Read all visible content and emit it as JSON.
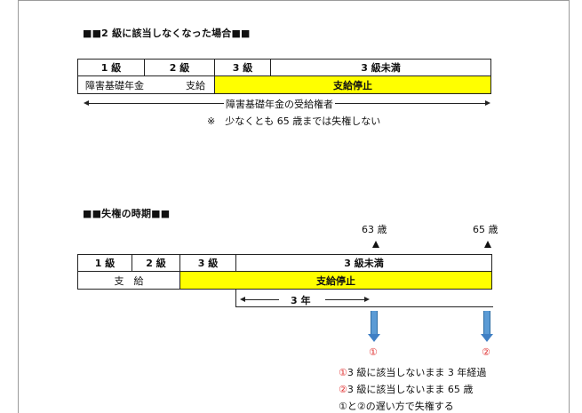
{
  "section1": {
    "heading": "■■2 級に該当しなくなった場合■■",
    "row1": [
      "1 級",
      "2 級",
      "3 級",
      "3 級未満"
    ],
    "row2": {
      "left": "障害基礎年金",
      "middle": "支給",
      "right": "支給停止"
    },
    "span_label": "障害基礎年金の受給権者",
    "note": "※　少なくとも 65 歳までは失権しない"
  },
  "section2": {
    "heading": "■■失権の時期■■",
    "age63": "63 歳",
    "age65": "65 歳",
    "row1": [
      "1 級",
      "2 級",
      "3 級",
      "3 級未満"
    ],
    "row2": {
      "left": "支　給",
      "right": "支給停止"
    },
    "years_label": "3 年",
    "marker1": "①",
    "marker2": "②",
    "notes": {
      "n1_mark": "①",
      "n1_text": "3 級に該当しないまま 3 年経過",
      "n2_mark": "②",
      "n2_text": "3 級に該当しないまま 65 歳",
      "n3_text": "①と②の遅い方で失権する"
    }
  },
  "colors": {
    "highlight": "#ffff00",
    "arrow_blue": "#5b9bd5",
    "marker_red": "#e03030"
  }
}
